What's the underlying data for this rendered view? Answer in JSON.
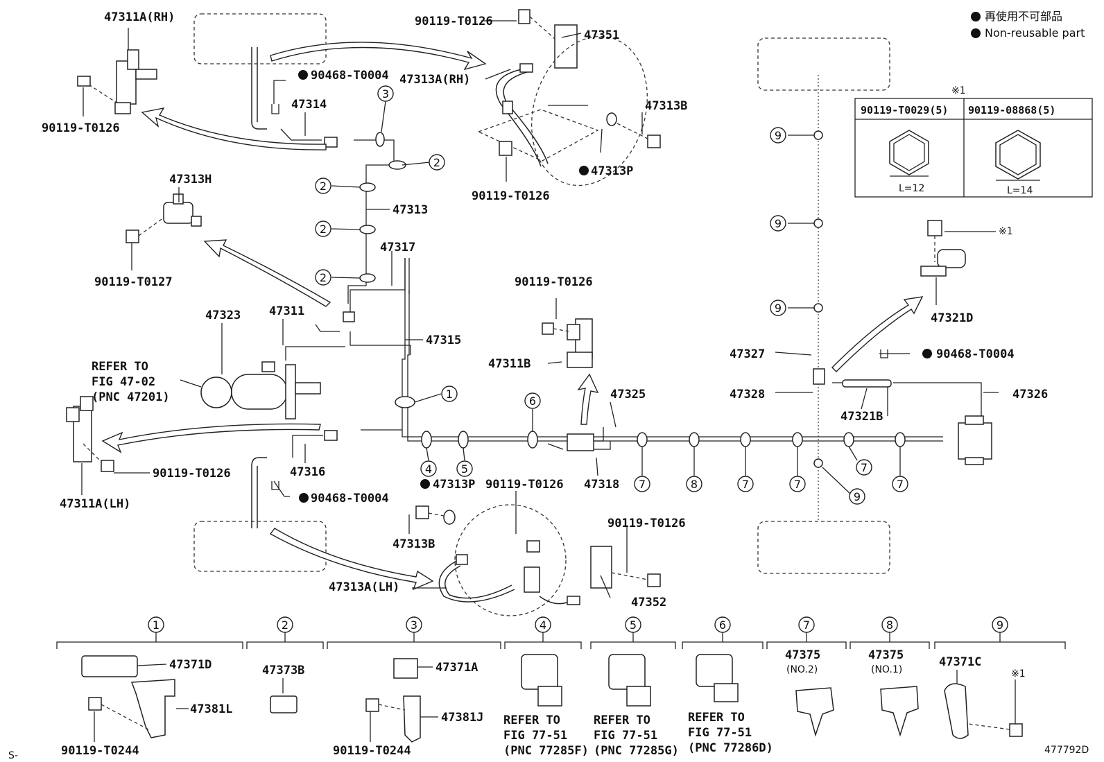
{
  "legend": {
    "jp": "再使用不可部品",
    "en": "Non-reusable part"
  },
  "bolt_table": {
    "note": "※1",
    "cols": [
      "90119-T0029(5)",
      "90119-08868(5)"
    ],
    "dims": [
      "L=12",
      "L=14"
    ]
  },
  "labels": {
    "p47311A_RH": "47311A(RH)",
    "p90119_T0126_a": "90119-T0126",
    "p90119_T0126_b": "90119-T0126",
    "p47351": "47351",
    "p90468_T0004_a": "90468-T0004",
    "p47313A_RH": "47313A(RH)",
    "p47314": "47314",
    "p47313B_a": "47313B",
    "p47313P_a": "47313P",
    "p90119_T0126_c": "90119-T0126",
    "p47313H": "47313H",
    "p47313": "47313",
    "p90119_T0127": "90119-T0127",
    "p47317": "47317",
    "p47323": "47323",
    "p47311": "47311",
    "p47315": "47315",
    "p90119_T0126_d": "90119-T0126",
    "p47311B": "47311B",
    "refer1_a": "REFER TO",
    "refer1_b": "FIG 47-02",
    "refer1_c": "(PNC 47201)",
    "p47325": "47325",
    "p47327": "47327",
    "p47321D": "47321D",
    "p90468_T0004_b": "90468-T0004",
    "p47328": "47328",
    "p47321B": "47321B",
    "p47326": "47326",
    "p90119_T0126_e": "90119-T0126",
    "p47311A_LH": "47311A(LH)",
    "p47316": "47316",
    "p90468_T0004_c": "90468-T0004",
    "p47313P_b": "47313P",
    "p90119_T0126_f": "90119-T0126",
    "p47318": "47318",
    "p47313B_b": "47313B",
    "p90119_T0126_g": "90119-T0126",
    "p47313A_LH": "47313A(LH)",
    "p47352": "47352",
    "note_x1": "※1"
  },
  "callouts": {
    "c1": "1",
    "c2": "2",
    "c3": "3",
    "c4": "4",
    "c5": "5",
    "c6": "6",
    "c7": "7",
    "c8": "8",
    "c9": "9"
  },
  "bottom": {
    "g1_a": "47371D",
    "g1_b": "47381L",
    "g1_c": "90119-T0244",
    "g2_a": "47373B",
    "g3_a": "47371A",
    "g3_b": "47381J",
    "g3_c": "90119-T0244",
    "g4_a": "REFER TO",
    "g4_b": "FIG 77-51",
    "g4_c": "(PNC 77285F)",
    "g5_a": "REFER TO",
    "g5_b": "FIG 77-51",
    "g5_c": "(PNC 77285G)",
    "g6_a": "REFER TO",
    "g6_b": "FIG 77-51",
    "g6_c": "(PNC 77286D)",
    "g7_a": "47375",
    "g7_b": "(NO.2)",
    "g8_a": "47375",
    "g8_b": "(NO.1)",
    "g9_a": "47371C",
    "g9_b": "※1"
  },
  "footer": {
    "left": "S-",
    "code": "477792D"
  }
}
